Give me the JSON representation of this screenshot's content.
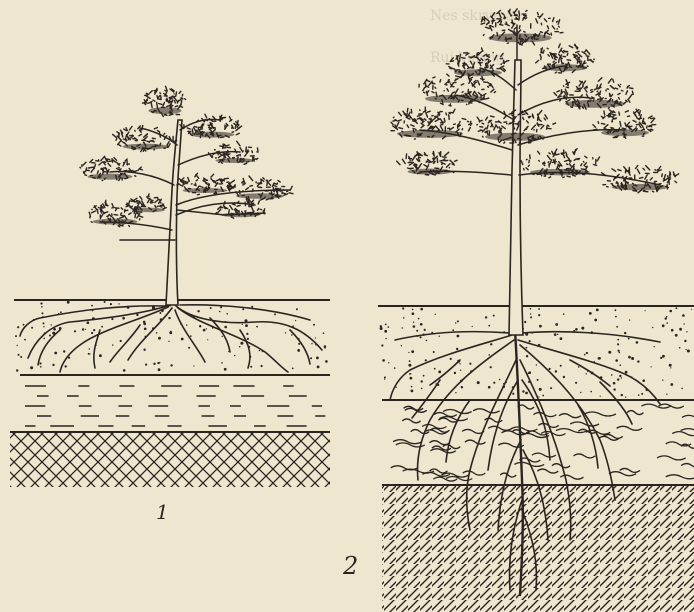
{
  "figure": {
    "background_color": "#efe6cf",
    "ink_color": "#2a2520",
    "panels": [
      {
        "label": "1",
        "tree": "small-pine",
        "root_system": "shallow-spreading",
        "soil_layers": [
          "topsoil-dotted",
          "dashed-layer",
          "crosshatched-bedrock"
        ]
      },
      {
        "label": "2",
        "tree": "tall-pine",
        "root_system": "deep-taproot",
        "soil_layers": [
          "topsoil-dotted",
          "squiggle-layer",
          "diagonal-hatched-bedrock"
        ]
      }
    ],
    "background_text": {
      "line1": "Nes skrymas",
      "line2": "Rui Varing"
    }
  }
}
